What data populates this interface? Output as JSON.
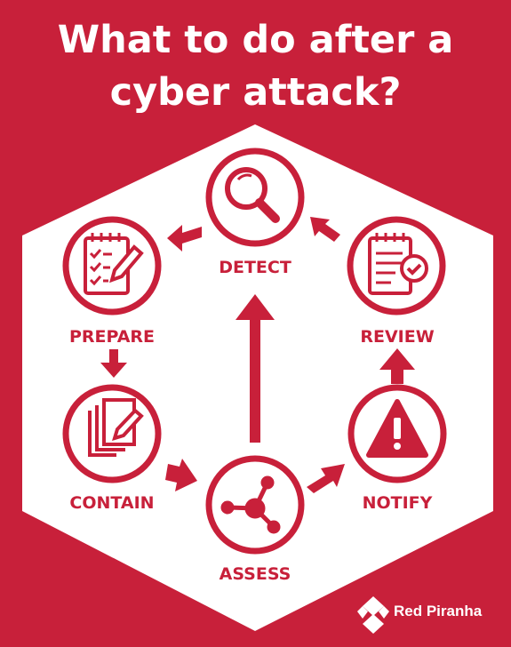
{
  "title": {
    "line1": "What to do after a",
    "line2": "cyber attack?"
  },
  "colors": {
    "background": "#c8203a",
    "panel": "#ffffff",
    "accent": "#c8203a"
  },
  "steps": [
    {
      "key": "detect",
      "label": "DETECT",
      "icon": "magnifier-icon"
    },
    {
      "key": "review",
      "label": "REVIEW",
      "icon": "checklist-approved-icon"
    },
    {
      "key": "notify",
      "label": "NOTIFY",
      "icon": "warning-triangle-icon"
    },
    {
      "key": "assess",
      "label": "ASSESS",
      "icon": "network-node-icon"
    },
    {
      "key": "contain",
      "label": "CONTAIN",
      "icon": "documents-pen-icon"
    },
    {
      "key": "prepare",
      "label": "PREPARE",
      "icon": "checklist-pencil-icon"
    }
  ],
  "brand": {
    "name": "Red Piranha",
    "logo": "red-piranha-logo-icon"
  }
}
